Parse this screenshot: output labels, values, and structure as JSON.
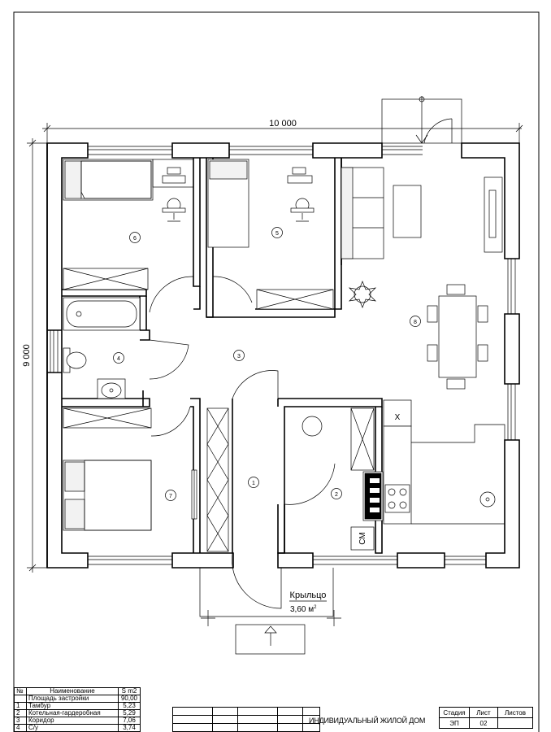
{
  "dimensions": {
    "width_label": "10 000",
    "height_label": "9 000"
  },
  "room_labels": [
    "1",
    "2",
    "3",
    "4",
    "5",
    "6",
    "7",
    "8"
  ],
  "porch": {
    "name": "Крыльцо",
    "area": "3,60 м",
    "area_sup": "2"
  },
  "appliance_labels": {
    "washer": "СМ",
    "boiler_x": "X"
  },
  "spec_table": {
    "headers": {
      "no": "№",
      "name": "Наименование",
      "area": "S m2"
    },
    "rows": [
      {
        "no": "",
        "name": "Площадь застройки",
        "area": "90,00"
      },
      {
        "no": "1",
        "name": "Тамбур",
        "area": "5,23"
      },
      {
        "no": "2",
        "name": "Котельная-гардеробная",
        "area": "5,29"
      },
      {
        "no": "3",
        "name": "Коридор",
        "area": "7,06"
      },
      {
        "no": "4",
        "name": "С/у",
        "area": "3,74"
      }
    ]
  },
  "title_block": {
    "title": "ИНДИВИДУАЛЬНЫЙ ЖИЛОЙ ДОМ",
    "headers": {
      "stage": "Стадия",
      "sheet": "Лист",
      "sheets": "Листов"
    },
    "values": {
      "stage": "ЭП",
      "sheet": "02",
      "sheets": ""
    }
  },
  "colors": {
    "line": "#000000",
    "background": "#ffffff",
    "furniture_fill": "#f2f2f2"
  }
}
